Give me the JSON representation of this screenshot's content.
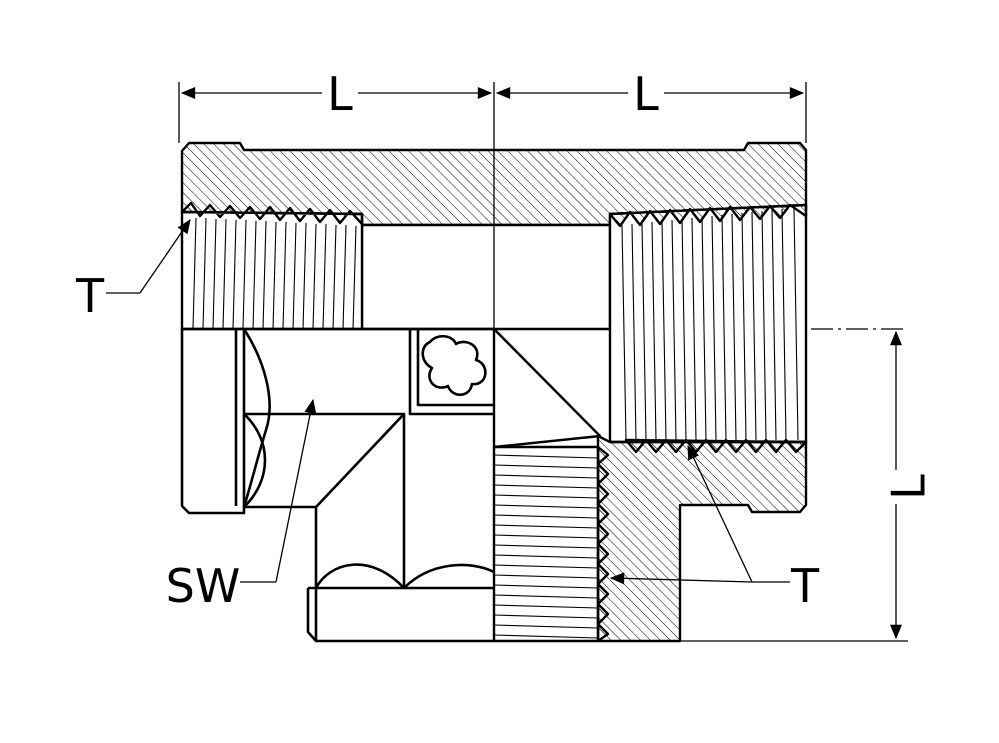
{
  "labels": {
    "top_left_length": "L",
    "top_right_length": "L",
    "right_length": "L",
    "thread_left": "T",
    "thread_right": "T",
    "wrench_size": "SW"
  },
  "colors": {
    "line": "#000000",
    "background": "#ffffff"
  }
}
